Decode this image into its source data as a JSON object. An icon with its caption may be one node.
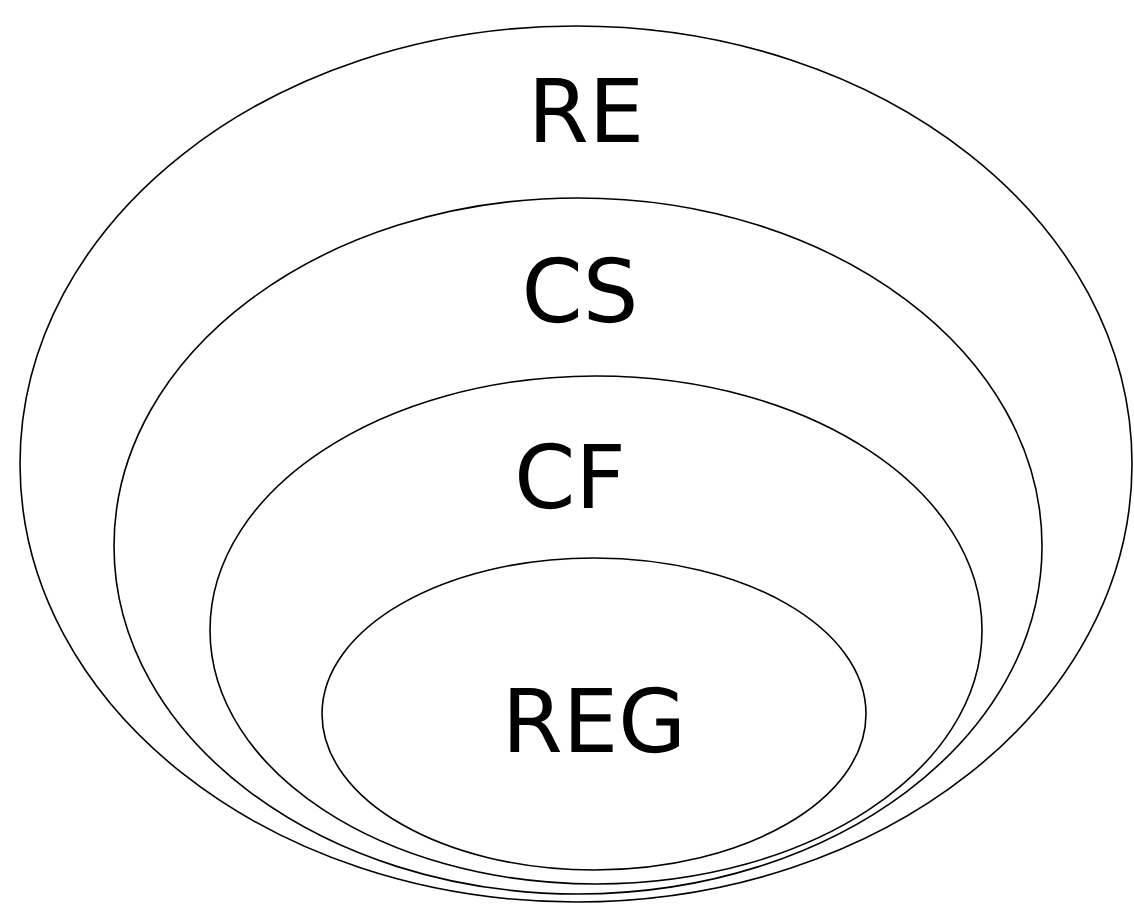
{
  "diagram": {
    "nodes": [
      {
        "text": [
          "RE"
        ]
      },
      {
        "text": [
          "CS"
        ],
        "in": 0
      },
      {
        "text": [
          "CF"
        ],
        "in": 1
      },
      {
        "text": [
          "REG"
        ],
        "in": 2
      }
    ]
  }
}
